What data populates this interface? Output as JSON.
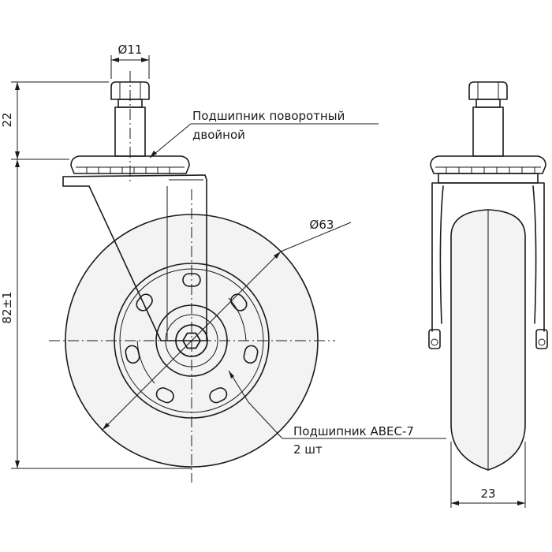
{
  "annotations": {
    "pin_diameter": "Ø11",
    "pin_height": "22",
    "total_height": "82±1",
    "wheel_diameter": "Ø63",
    "wheel_width": "23",
    "swivel_bearing_line1": "Подшипник поворотный",
    "swivel_bearing_line2": "двойной",
    "wheel_bearing_line1": "Подшипник ABEC-7",
    "wheel_bearing_line2": "2 шт"
  }
}
